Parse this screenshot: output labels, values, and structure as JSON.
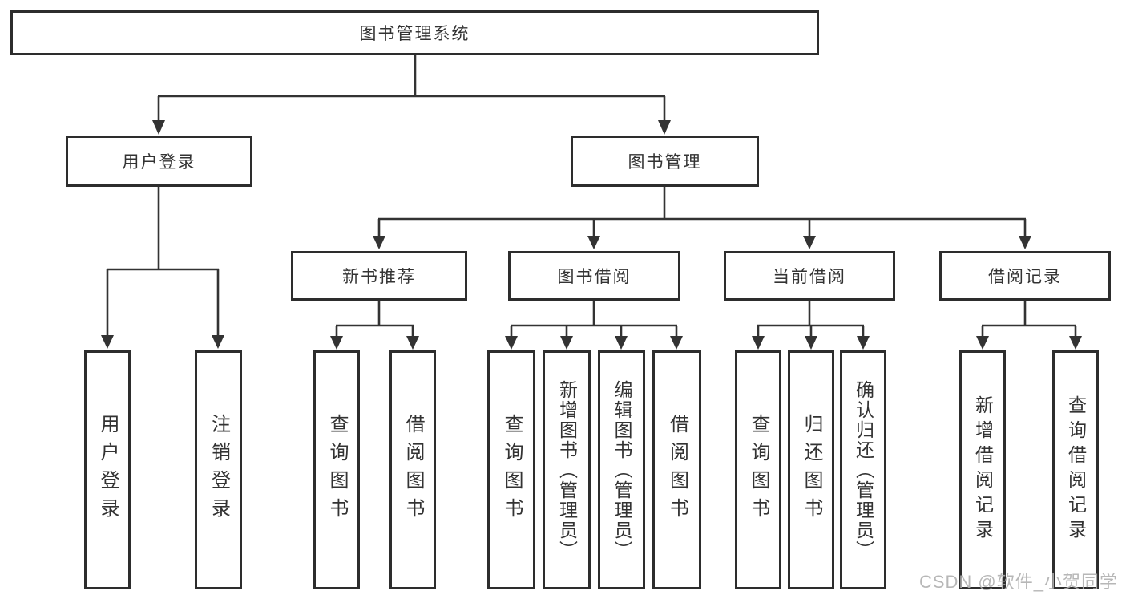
{
  "colors": {
    "line": "#333333",
    "box_border": "#2d2d2d",
    "text": "#333333",
    "watermark": "#afafaf",
    "background": "#ffffff"
  },
  "watermark": {
    "text": "CSDN @软件_小贺同学"
  },
  "tree": {
    "label": "图书管理系统",
    "children": [
      {
        "label": "用户登录",
        "children": [
          {
            "label": "用户登录"
          },
          {
            "label": "注销登录"
          }
        ]
      },
      {
        "label": "图书管理",
        "children": [
          {
            "label": "新书推荐",
            "children": [
              {
                "label": "查询图书"
              },
              {
                "label": "借阅图书"
              }
            ]
          },
          {
            "label": "图书借阅",
            "children": [
              {
                "label": "查询图书"
              },
              {
                "label": "新增图书（管理员）"
              },
              {
                "label": "编辑图书（管理员）"
              },
              {
                "label": "借阅图书"
              }
            ]
          },
          {
            "label": "当前借阅",
            "children": [
              {
                "label": "查询图书"
              },
              {
                "label": "归还图书"
              },
              {
                "label": "确认归还（管理员）"
              }
            ]
          },
          {
            "label": "借阅记录",
            "children": [
              {
                "label": "新增借阅记录"
              },
              {
                "label": "查询借阅记录"
              }
            ]
          }
        ]
      }
    ]
  }
}
